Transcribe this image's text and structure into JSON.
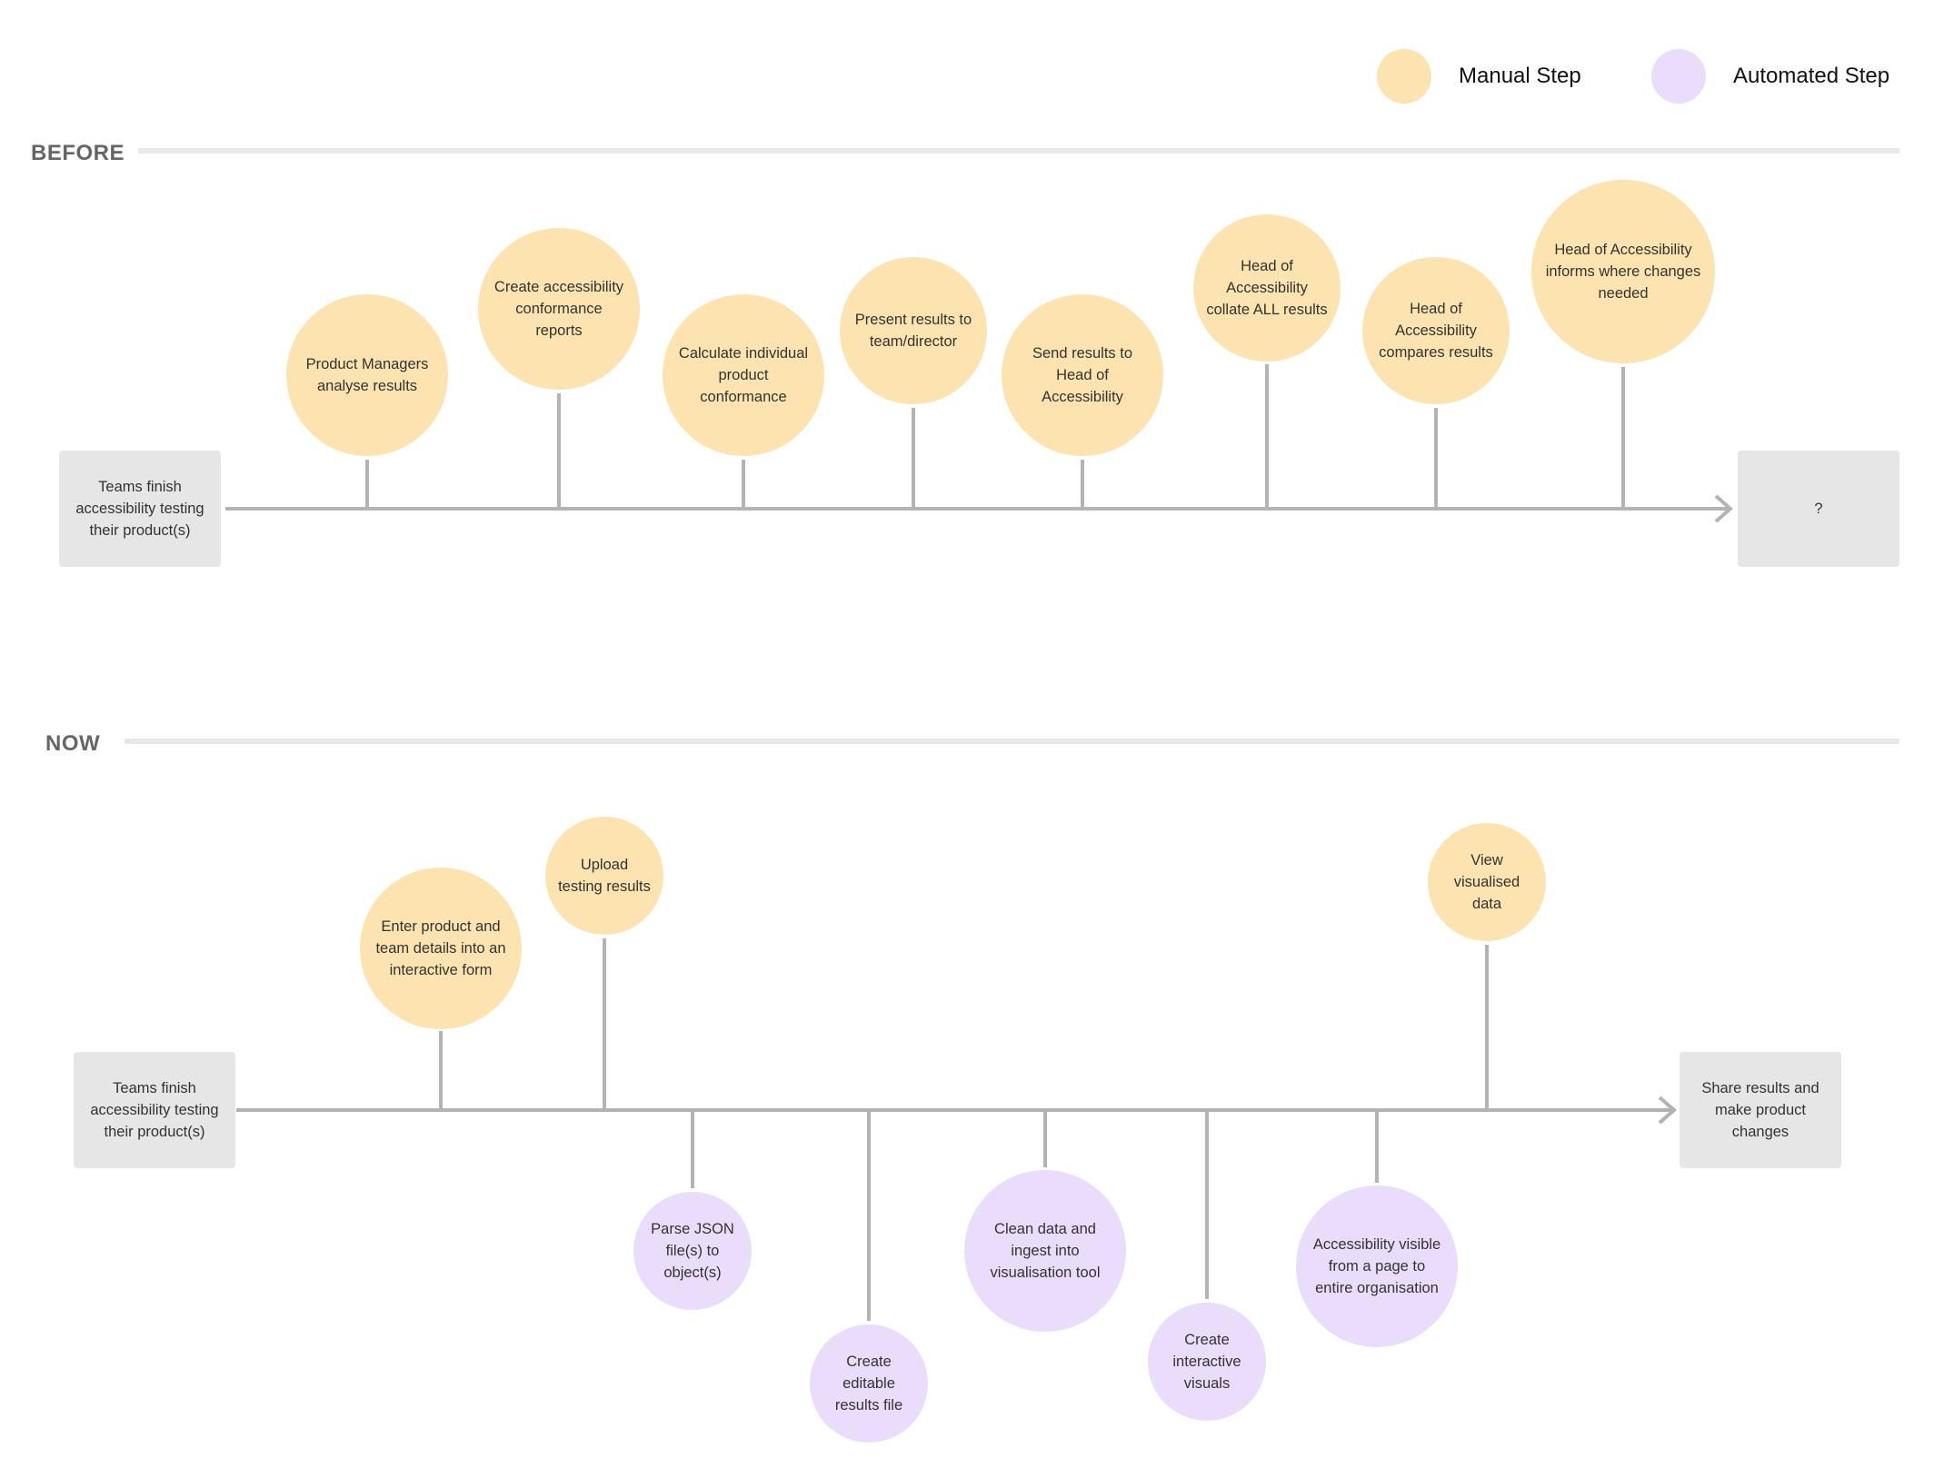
{
  "legend": {
    "manual_label": "Manual Step",
    "automated_label": "Automated Step",
    "manual_color": "#fce3b0",
    "automated_color": "#eadcfb"
  },
  "colors": {
    "line": "#b3b3b3",
    "box": "#e6e6e6",
    "divider": "#e8e8e8"
  },
  "before": {
    "title": "BEFORE",
    "start": "Teams finish accessibility testing their product(s)",
    "end": "?",
    "steps": [
      {
        "text": "Product Managers analyse results",
        "kind": "manual"
      },
      {
        "text": "Create accessibility conformance reports",
        "kind": "manual"
      },
      {
        "text": "Calculate individual product conformance",
        "kind": "manual"
      },
      {
        "text": "Present results to team/director",
        "kind": "manual"
      },
      {
        "text": "Send results to Head of Accessibility",
        "kind": "manual"
      },
      {
        "text": "Head of Accessibility collate ALL results",
        "kind": "manual"
      },
      {
        "text": "Head of Accessibility compares results",
        "kind": "manual"
      },
      {
        "text": "Head of Accessibility informs where changes needed",
        "kind": "manual"
      }
    ]
  },
  "now": {
    "title": "NOW",
    "start": "Teams finish accessibility testing their product(s)",
    "end": "Share results and make product changes",
    "steps": [
      {
        "text": "Enter product and team details into an interactive form",
        "kind": "manual"
      },
      {
        "text": "Upload testing results",
        "kind": "manual"
      },
      {
        "text": "Parse JSON file(s) to object(s)",
        "kind": "automated"
      },
      {
        "text": "Create editable results file",
        "kind": "automated"
      },
      {
        "text": "Clean data and ingest into visualisation tool",
        "kind": "automated"
      },
      {
        "text": "Create interactive visuals",
        "kind": "automated"
      },
      {
        "text": "Accessibility visible from a page to entire organisation",
        "kind": "automated"
      },
      {
        "text": "View visualised data",
        "kind": "manual"
      }
    ]
  }
}
